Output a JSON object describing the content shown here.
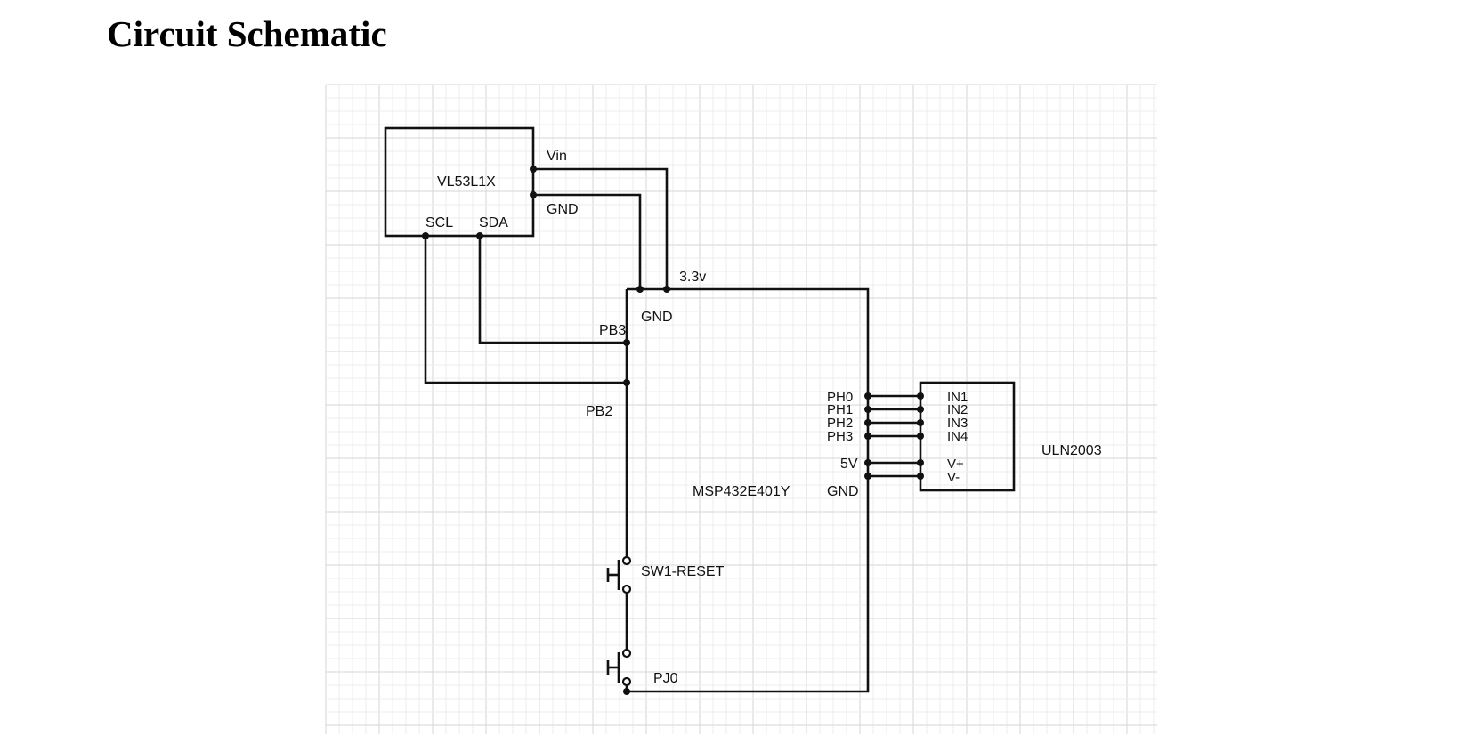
{
  "title": "Circuit Schematic",
  "components": {
    "vl53l1x": {
      "name": "VL53L1X",
      "pin_vin": "Vin",
      "pin_gnd": "GND",
      "pin_scl": "SCL",
      "pin_sda": "SDA"
    },
    "msp": {
      "name": "MSP432E401Y",
      "pin_33v": "3.3v",
      "pin_gnd_top": "GND",
      "pin_pb3": "PB3",
      "pin_pb2": "PB2",
      "pin_ph0": "PH0",
      "pin_ph1": "PH1",
      "pin_ph2": "PH2",
      "pin_ph3": "PH3",
      "pin_5v": "5V",
      "pin_gnd_right": "GND",
      "pin_pj0": "PJ0"
    },
    "uln": {
      "name": "ULN2003",
      "pin_in1": "IN1",
      "pin_in2": "IN2",
      "pin_in3": "IN3",
      "pin_in4": "IN4",
      "pin_vplus": "V+",
      "pin_vminus": "V-"
    },
    "switch1": {
      "name": "SW1-RESET"
    }
  }
}
